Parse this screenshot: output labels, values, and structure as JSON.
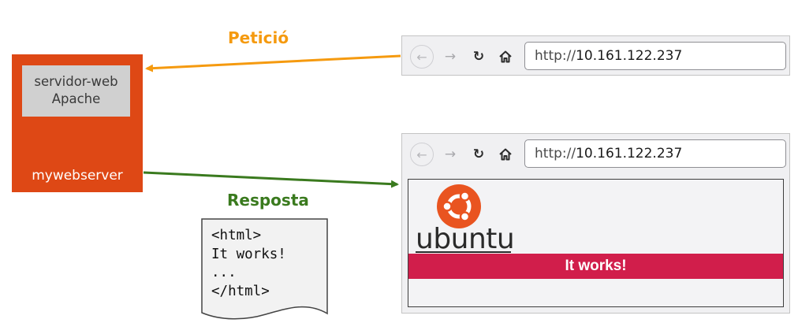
{
  "server": {
    "label_lines": [
      "servidor-web",
      "Apache"
    ],
    "name": "mywebserver"
  },
  "arrows": {
    "request_label": "Petició",
    "response_label": "Resposta"
  },
  "browser_request": {
    "url_prefix": "http://",
    "url_host": "10.161.122.237"
  },
  "browser_response": {
    "url_prefix": "http://",
    "url_host": "10.161.122.237",
    "page": {
      "logo_word": "ubuntu",
      "banner_text": "It works!"
    }
  },
  "response_document": {
    "lines": [
      "<html>",
      "It works!",
      "...",
      "</html>"
    ]
  },
  "colors": {
    "server_box": "#de4815",
    "request_arrow": "#f59a0f",
    "response_arrow": "#3a7a1e",
    "banner": "#d11e4b"
  },
  "icons": {
    "back": "back-arrow-icon",
    "forward": "forward-arrow-icon",
    "reload": "reload-icon",
    "home": "home-icon"
  }
}
